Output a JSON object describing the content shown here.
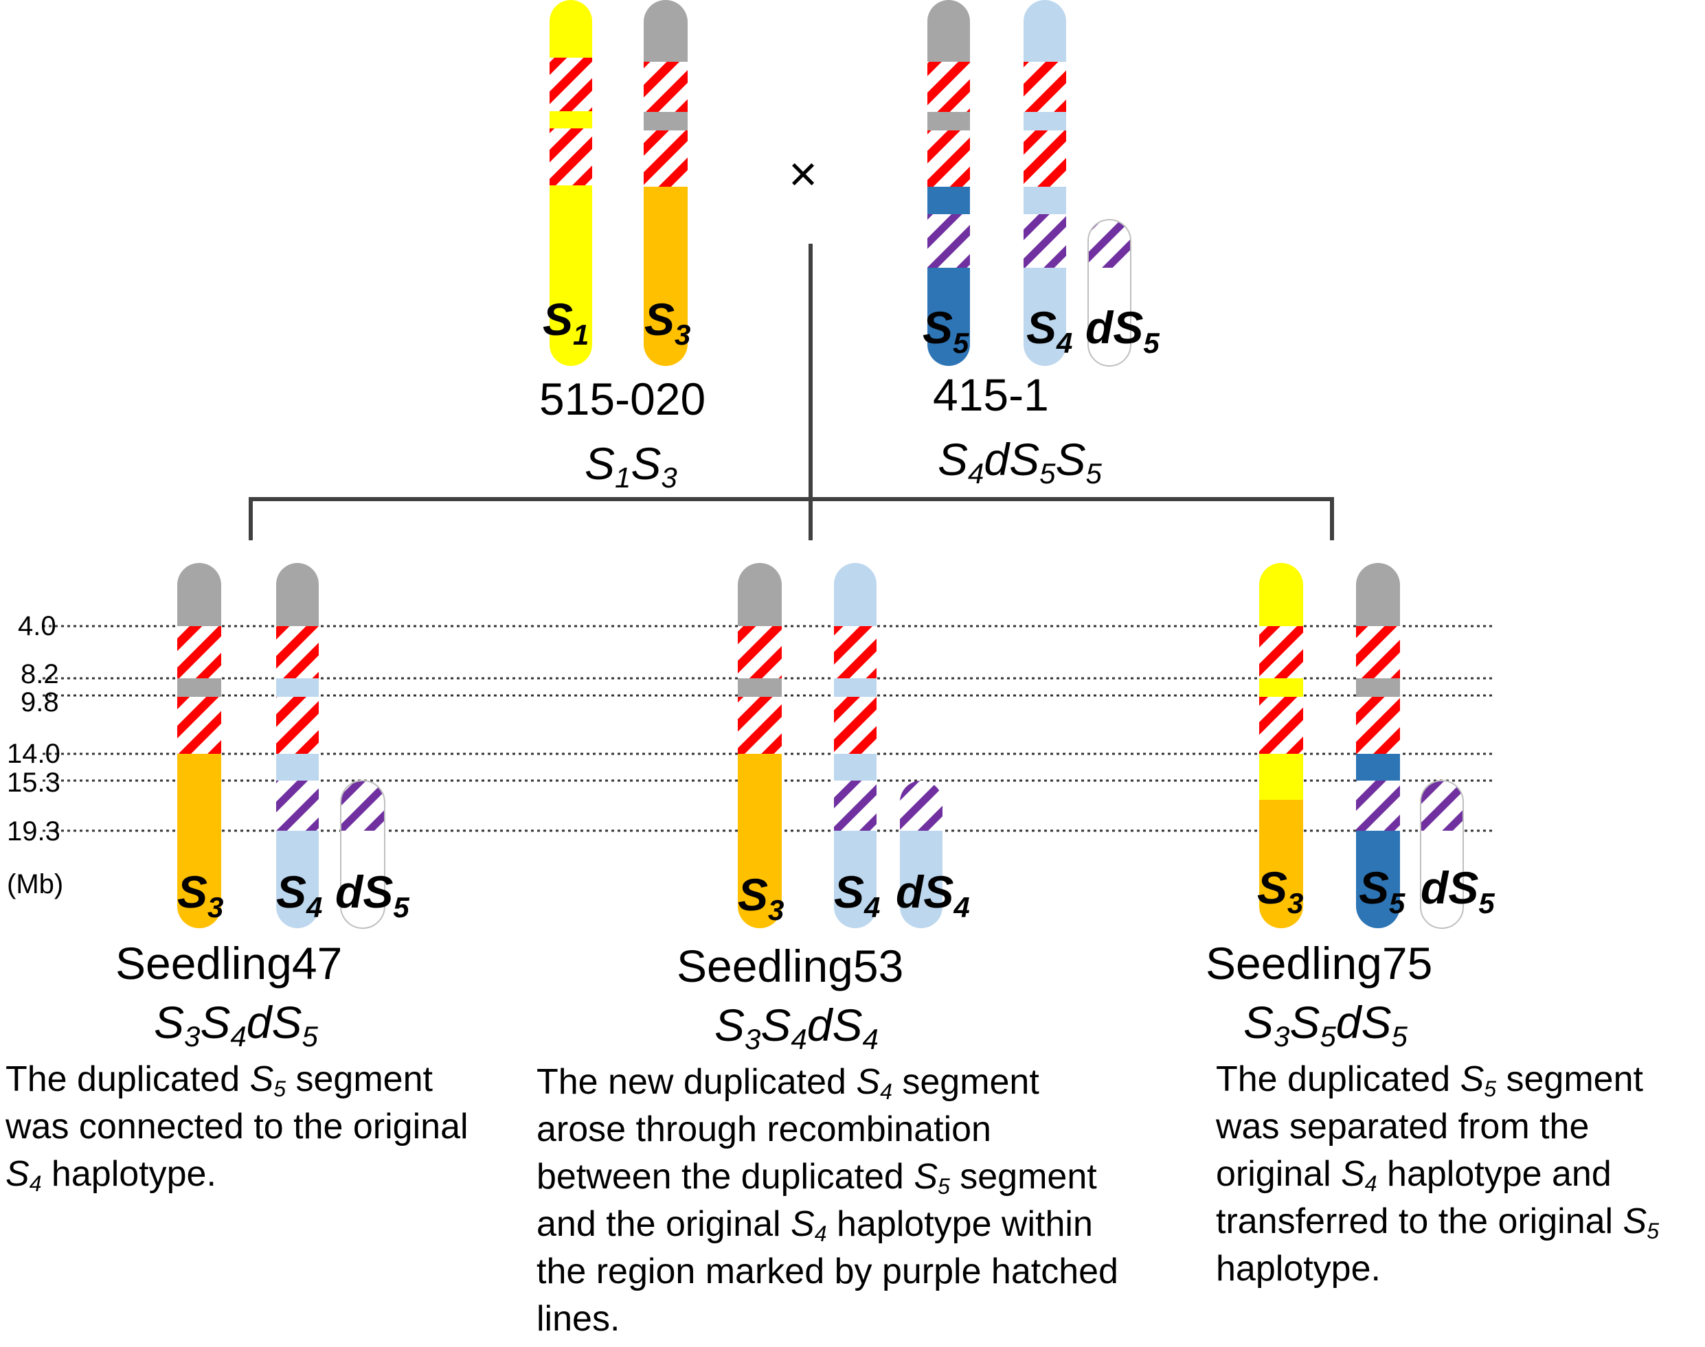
{
  "cross_symbol": "×",
  "parents": [
    {
      "name": "515-020",
      "genotype": [
        {
          "t": "S"
        },
        {
          "s": "1"
        },
        {
          "t": "S"
        },
        {
          "s": "3"
        }
      ],
      "chromosomes": [
        {
          "label": "S",
          "sub": "1",
          "base": "#ffff00",
          "tip": "#ffff00"
        },
        {
          "label": "S",
          "sub": "3",
          "base": "#ffc000",
          "tip": "#a6a6a6"
        }
      ]
    },
    {
      "name": "415-1",
      "genotype": [
        {
          "t": "S"
        },
        {
          "s": "4"
        },
        {
          "t": "dS"
        },
        {
          "s": "5"
        },
        {
          "t": "S"
        },
        {
          "s": "5"
        }
      ],
      "chromosomes": [
        {
          "label": "S",
          "sub": "5",
          "base": "#2e75b6",
          "tip": "#a6a6a6"
        },
        {
          "label": "S",
          "sub": "4",
          "base": "#bdd7ee",
          "tip": "#bdd7ee"
        },
        {
          "label": "dS",
          "sub": "5",
          "base": "#ffffff",
          "tip": "#ffffff"
        }
      ]
    }
  ],
  "scale": {
    "unit": "(Mb)",
    "ticks": [
      "4.0",
      "8.2",
      "9.8",
      "14.0",
      "15.3",
      "19.3"
    ]
  },
  "seedlings": [
    {
      "name": "Seedling47",
      "genotype": [
        {
          "t": "S"
        },
        {
          "s": "3"
        },
        {
          "t": "S"
        },
        {
          "s": "4"
        },
        {
          "t": "dS"
        },
        {
          "s": "5"
        }
      ],
      "labels": [
        {
          "t": "S",
          "s": "3"
        },
        {
          "t": "S",
          "s": "4"
        },
        {
          "t": "dS",
          "s": "5"
        }
      ],
      "description": [
        {
          "t": "The duplicated "
        },
        {
          "i": "S",
          "s": "5"
        },
        {
          "t": " segment was connected to the original "
        },
        {
          "i": "S",
          "s": "4"
        },
        {
          "t": " haplotype."
        }
      ]
    },
    {
      "name": "Seedling53",
      "genotype": [
        {
          "t": "S"
        },
        {
          "s": "3"
        },
        {
          "t": "S"
        },
        {
          "s": "4"
        },
        {
          "t": "dS"
        },
        {
          "s": "4"
        }
      ],
      "labels": [
        {
          "t": "S",
          "s": "3"
        },
        {
          "t": "S",
          "s": "4"
        },
        {
          "t": "dS",
          "s": "4"
        }
      ],
      "description": [
        {
          "t": "The new duplicated "
        },
        {
          "i": "S",
          "s": "4"
        },
        {
          "t": " segment arose through recombination between the duplicated "
        },
        {
          "i": "S",
          "s": "5"
        },
        {
          "t": " segment and the original "
        },
        {
          "i": "S",
          "s": "4"
        },
        {
          "t": " haplotype within the region marked by purple hatched lines."
        }
      ]
    },
    {
      "name": "Seedling75",
      "genotype": [
        {
          "t": "S"
        },
        {
          "s": "3"
        },
        {
          "t": "S"
        },
        {
          "s": "5"
        },
        {
          "t": "dS"
        },
        {
          "s": "5"
        }
      ],
      "labels": [
        {
          "t": "S",
          "s": "3"
        },
        {
          "t": "S",
          "s": "5"
        },
        {
          "t": "dS",
          "s": "5"
        }
      ],
      "description": [
        {
          "t": "The duplicated "
        },
        {
          "i": "S",
          "s": "5"
        },
        {
          "t": " segment was separated from the original "
        },
        {
          "i": "S",
          "s": "4"
        },
        {
          "t": " haplotype and transferred to the original "
        },
        {
          "i": "S",
          "s": "5"
        },
        {
          "t": " haplotype."
        }
      ]
    }
  ],
  "colors": {
    "S1_yellow": "#ffff00",
    "S3_orange": "#ffc000",
    "S4_lightblue": "#bdd7ee",
    "S5_blue": "#2e75b6",
    "grey": "#a6a6a6",
    "red_hatch": "#ff0000",
    "purple_hatch": "#7030a0",
    "line": "#404040"
  }
}
